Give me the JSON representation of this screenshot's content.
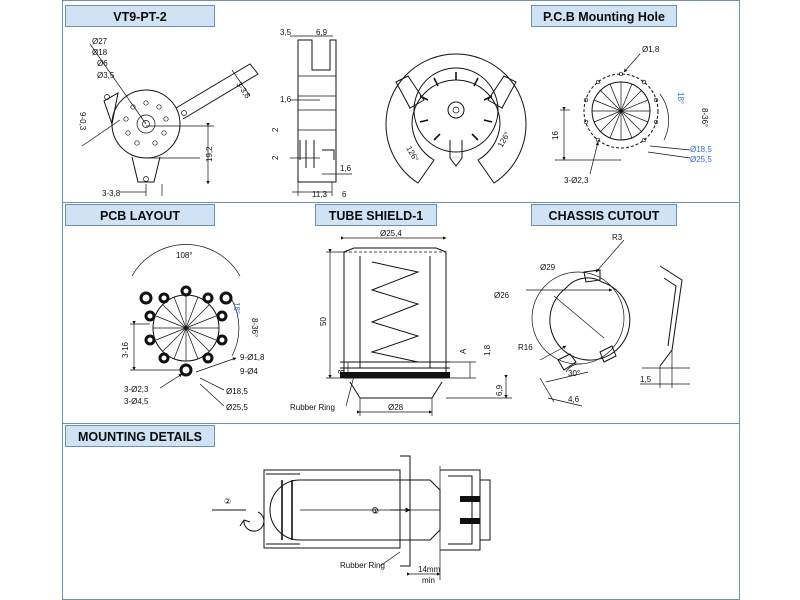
{
  "sections": {
    "vt9": {
      "title": "VT9-PT-2"
    },
    "pcb_mount": {
      "title": "P.C.B Mounting Hole"
    },
    "pcb_layout": {
      "title": "PCB LAYOUT"
    },
    "tube_shield": {
      "title": "TUBE SHIELD-1"
    },
    "chassis": {
      "title": "CHASSIS CUTOUT"
    },
    "mounting": {
      "title": "MOUNTING DETAILS"
    }
  },
  "labels": {
    "vt9": {
      "d27": "Ø27",
      "d18": "Ø18",
      "d6": "Ø6",
      "d35": "Ø3,5",
      "p3_3_8": "3-3,8",
      "p9_03": "9-0,3",
      "h192": "19,2",
      "h3_38": "3-3,8",
      "s35": "3,5",
      "s69": "6,9",
      "s16a": "1,6",
      "s2a": "2",
      "s2b": "2",
      "s16b": "1,6",
      "s113": "11,3",
      "s6": "6",
      "a126l": "126°",
      "a126r": "126°"
    },
    "pcbmount": {
      "d18": "Ø1,8",
      "ang": "8-36°",
      "a18": "18°",
      "h16": "16",
      "d185": "Ø18,5",
      "d255": "Ø25,5",
      "h23": "3-Ø2,3"
    },
    "layout": {
      "a108": "108°",
      "ang": "8-36°",
      "a18": "18°",
      "h316": "3-16",
      "p918": "9-Ø1,8",
      "p94": "9-Ø4",
      "p323": "3-Ø2,3",
      "p345": "3-Ø4,5",
      "d185": "Ø18,5",
      "d255": "Ø25,5"
    },
    "shield": {
      "d254": "Ø25,4",
      "h50": "50",
      "h3": "3",
      "a": "A",
      "h18": "1,8",
      "h69": "6,9",
      "d28": "Ø28",
      "rubber": "Rubber Ring"
    },
    "chassis": {
      "r3": "R3",
      "d29": "Ø29",
      "d26": "Ø26",
      "r16": "R16",
      "a30": "30°",
      "w46": "4,6",
      "w15": "1,5"
    },
    "mounting": {
      "step2": "②",
      "step1": "①",
      "rubber": "Rubber Ring",
      "len": "14mm",
      "min": "min"
    }
  },
  "colors": {
    "tab_bg": "#cfe3f4",
    "border": "#6f8fb0",
    "accent": "#3a6fd0"
  }
}
